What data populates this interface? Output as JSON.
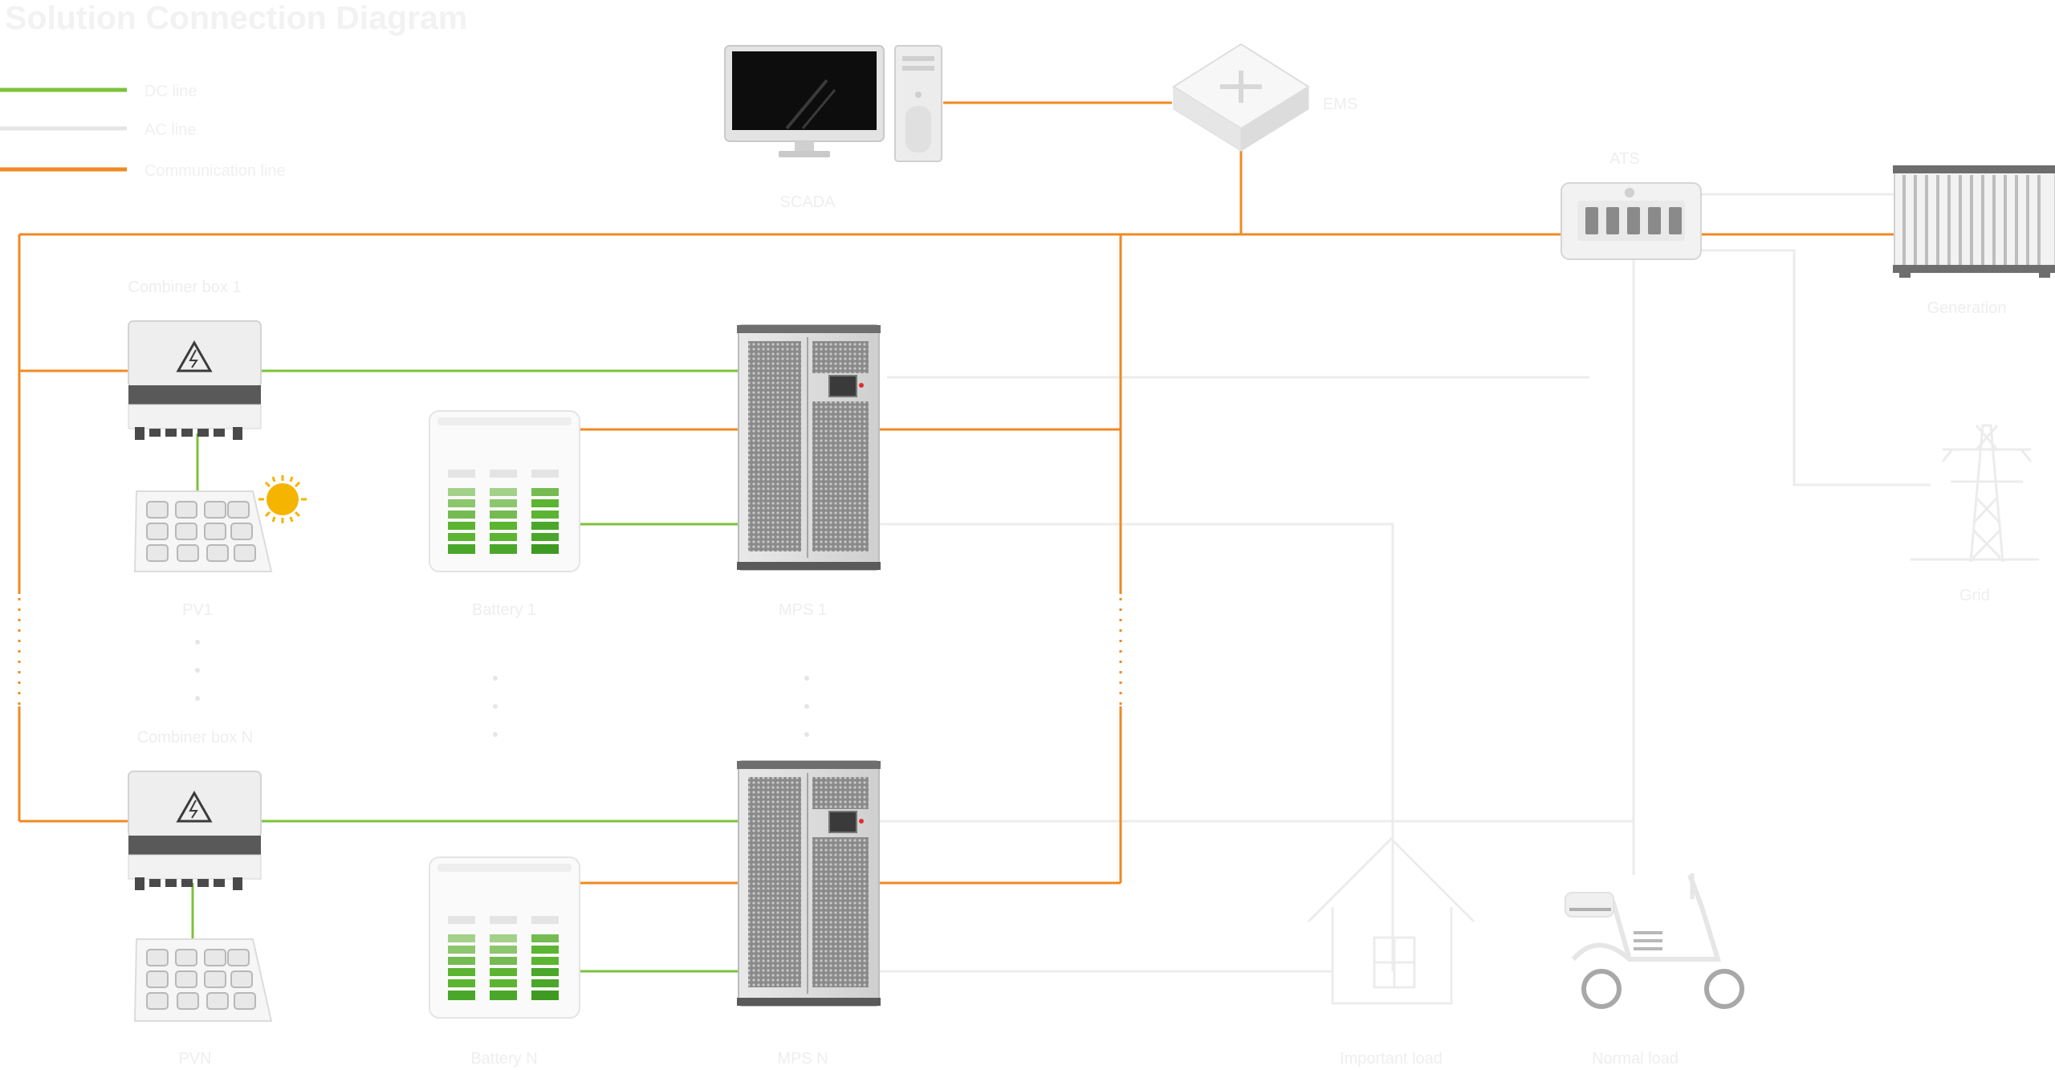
{
  "title": "Solution Connection Diagram",
  "legend": [
    {
      "label": "DC line",
      "color": "#7cc23b"
    },
    {
      "label": "AC line",
      "color": "#e6e6e6"
    },
    {
      "label": "Communication line",
      "color": "#ef8a23"
    }
  ],
  "labels": {
    "scada": "SCADA",
    "ems": "EMS",
    "ats": "ATS",
    "generation": "Generation",
    "grid": "Grid",
    "combiner_1": "Combiner box 1",
    "combiner_n": "Combiner box N",
    "pv_1": "PV1",
    "pv_n": "PVN",
    "battery_1": "Battery 1",
    "battery_n": "Battery N",
    "mps_1": "MPS 1",
    "mps_n": "MPS N",
    "important_load": "Important load",
    "normal_load": "Normal load"
  },
  "colors": {
    "dc": "#7cc23b",
    "ac": "#e6e6e6",
    "comm": "#ef8a23",
    "device": "#d9d9d9",
    "device_dark": "#595959",
    "battery_green": "#5cb531"
  },
  "icons": [
    "monitor-icon",
    "computer-tower-icon",
    "network-switch-icon",
    "ats-switch-icon",
    "generator-icon",
    "transmission-tower-icon",
    "combiner-box-icon",
    "warning-icon",
    "solar-panel-icon",
    "sun-icon",
    "battery-cabinet-icon",
    "mps-cabinet-icon",
    "house-icon",
    "scooter-icon"
  ]
}
